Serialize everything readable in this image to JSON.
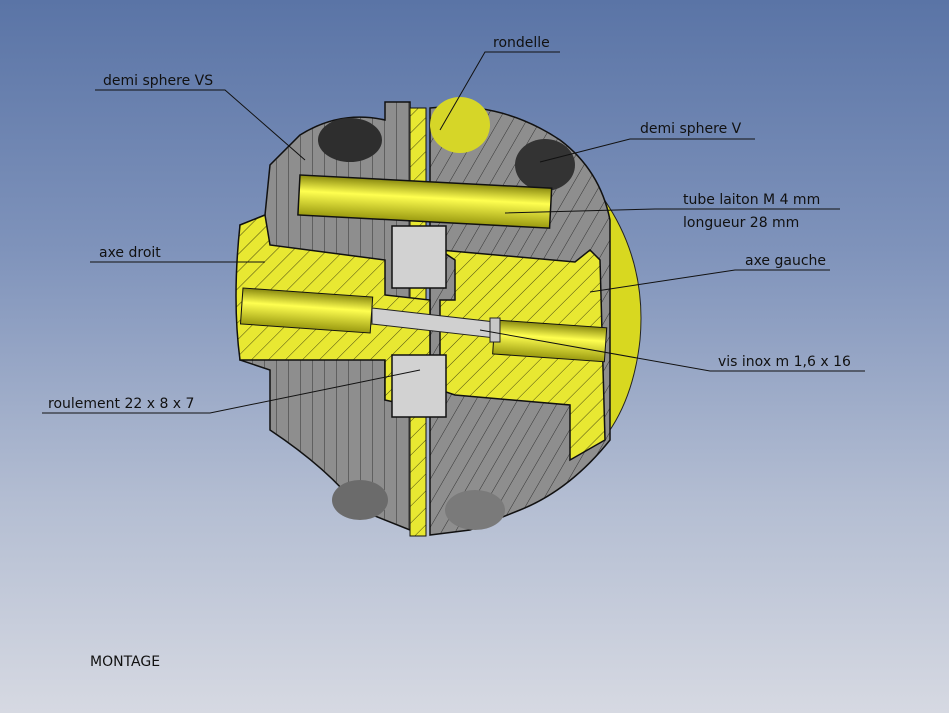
{
  "labels": {
    "rondelle": "rondelle",
    "demi_sphere_vs": "demi sphere VS",
    "demi_sphere_v": "demi sphere V",
    "tube_line1": "tube laiton M 4 mm",
    "tube_line2": "longueur 28 mm",
    "axe_droit": "axe droit",
    "axe_gauche": "axe gauche",
    "vis": "vis inox m 1,6 x 16",
    "roulement": "roulement 22 x 8 x 7"
  },
  "caption": "MONTAGE",
  "colors": {
    "yellow": "#e6e62a",
    "gray": "#8c8c8c",
    "dark": "#3a3a3a",
    "bearing": "#cfcfcf"
  }
}
